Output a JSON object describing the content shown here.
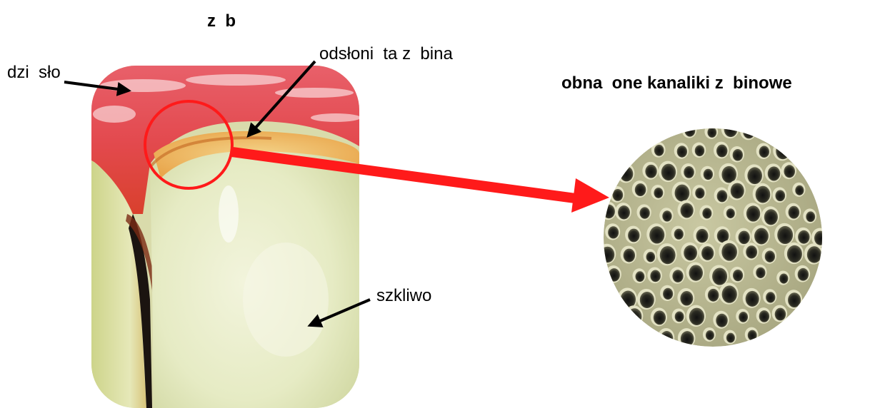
{
  "labels": {
    "title": "z  b",
    "gum": "dzi  sło",
    "exposed_dentin": "odsłoni  ta z  bina",
    "enamel": "szkliwo",
    "tubules": "obna  one kanaliki z  binowe"
  },
  "colors": {
    "arrow": "#000000",
    "highlight": "#ff1a1a",
    "background": "#ffffff"
  }
}
